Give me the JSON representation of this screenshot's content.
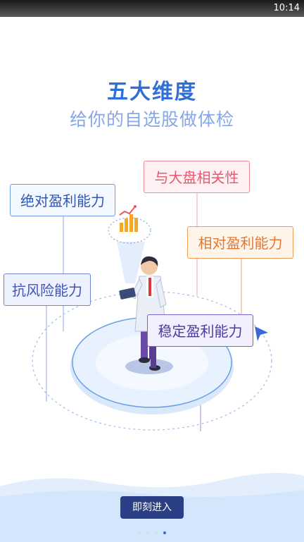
{
  "status_bar": {
    "time": "10:14"
  },
  "headline": {
    "title": "五大维度",
    "subtitle": "给你的自选股做体检"
  },
  "dimensions": {
    "absolute": "绝对盈利能力",
    "vs_market": "与大盘相关性",
    "relative": "相对盈利能力",
    "risk": "抗风险能力",
    "stable": "稳定盈利能力"
  },
  "cta": {
    "label": "即刻进入"
  },
  "pager": {
    "count": 4,
    "active_index": 3
  },
  "icons": [
    "chart-bar-icon",
    "arrow-icon"
  ],
  "colors": {
    "primary": "#2f6fd6",
    "button": "#2a3f86"
  }
}
